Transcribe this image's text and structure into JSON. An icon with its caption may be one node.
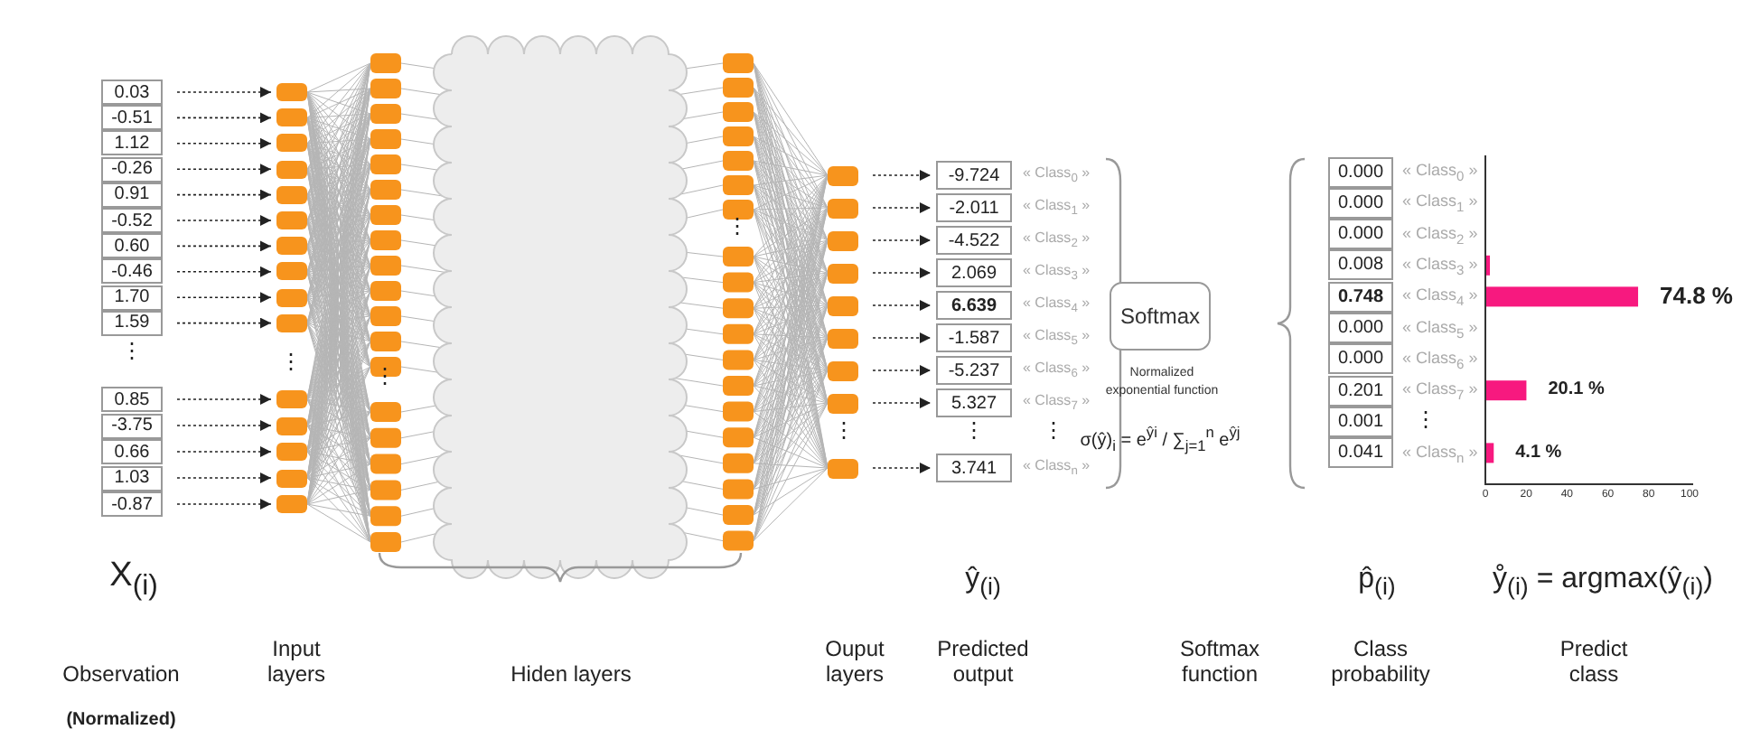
{
  "diagram": {
    "nodes": [
      {
        "text": [
          "0.03"
        ]
      },
      {
        "text": [
          "-0.51"
        ]
      },
      {
        "text": [
          "1.12"
        ]
      },
      {
        "text": [
          "-0.26"
        ]
      },
      {
        "text": [
          "0.91"
        ]
      },
      {
        "text": [
          "-0.52"
        ]
      },
      {
        "text": [
          "0.60"
        ]
      },
      {
        "text": [
          "-0.46"
        ]
      },
      {
        "text": [
          "1.70"
        ]
      },
      {
        "text": [
          "1.59"
        ]
      },
      {
        "text": [
          "0.85"
        ]
      },
      {
        "text": [
          "-3.75"
        ]
      },
      {
        "text": [
          "0.66"
        ]
      },
      {
        "text": [
          "1.03"
        ]
      },
      {
        "text": [
          "-0.87"
        ]
      },
      {
        "text": [],
        "shape": "box"
      },
      {
        "text": [],
        "shape": "box"
      },
      {
        "text": [],
        "shape": "box"
      },
      {
        "text": [],
        "shape": "box"
      },
      {
        "text": [],
        "shape": "box"
      },
      {
        "text": [],
        "shape": "box"
      },
      {
        "text": [],
        "shape": "box"
      },
      {
        "text": [],
        "shape": "box"
      },
      {
        "text": [],
        "shape": "box"
      },
      {
        "text": [],
        "shape": "box"
      },
      {
        "text": [],
        "shape": "box"
      },
      {
        "text": [],
        "shape": "box"
      },
      {
        "text": [],
        "shape": "box"
      },
      {
        "text": [],
        "shape": "box"
      },
      {
        "text": [],
        "shape": "box"
      },
      {
        "text": [],
        "shape": "box"
      },
      {
        "text": [],
        "shape": "box"
      },
      {
        "text": [],
        "shape": "box"
      },
      {
        "text": [],
        "shape": "box"
      },
      {
        "text": [],
        "shape": "box"
      },
      {
        "text": [],
        "shape": "box"
      },
      {
        "text": [],
        "shape": "box"
      },
      {
        "text": [],
        "shape": "box"
      },
      {
        "text": [],
        "shape": "box"
      },
      {
        "text": [
          "-9.724"
        ],
        "beside": [
          "« Class$_{0}$ »"
        ]
      },
      {
        "text": [
          "-2.011"
        ],
        "beside": [
          "« Class$_{1}$ »"
        ]
      },
      {
        "text": [
          "-4.522"
        ],
        "beside": [
          "« Class$_{2}$ »"
        ]
      },
      {
        "text": [
          "2.069"
        ],
        "beside": [
          "« Class$_{3}$ »"
        ]
      },
      {
        "text": [
          "6.639"
        ],
        "beside": [
          "« Class$_{4}$ »"
        ]
      },
      {
        "text": [
          "-1.587"
        ],
        "beside": [
          "« Class$_{5}$ »"
        ]
      },
      {
        "text": [
          "-5.237"
        ],
        "beside": [
          "« Class$_{6}$ »"
        ]
      },
      {
        "text": [
          "5.327"
        ],
        "beside": [
          "« Class$_{7}$ »"
        ]
      },
      {
        "text": [
          "3.741"
        ],
        "beside": [
          "« Class$_{n}$ »"
        ]
      },
      {
        "text": [
          "Softmax"
        ],
        "beside": [
          "Normalized exponential function",
          "σ(ŷ)$_{i}$ = e$^{ŷi}$ / ∑$_{j=1}$$^{n}$ e$^{ŷj}$"
        ]
      },
      {
        "text": [
          "0.000"
        ]
      },
      {
        "text": [
          "0.000"
        ]
      },
      {
        "text": [
          "0.000"
        ]
      },
      {
        "text": [
          "0.008"
        ]
      },
      {
        "text": [
          "0.748"
        ]
      },
      {
        "text": [
          "0.000"
        ]
      },
      {
        "text": [
          "0.000"
        ]
      },
      {
        "text": [
          "0.201"
        ]
      },
      {
        "text": [
          "0.001"
        ]
      },
      {
        "text": [
          "0.041"
        ]
      }
    ],
    "edges": [
      {
        "from": 0,
        "to": 15,
        "arrow": "to",
        "style": "dashed"
      },
      {
        "from": 1,
        "to": 16,
        "arrow": "to",
        "style": "dashed"
      },
      {
        "from": 2,
        "to": 17,
        "arrow": "to",
        "style": "dashed"
      },
      {
        "from": 3,
        "to": 18,
        "arrow": "to",
        "style": "dashed"
      },
      {
        "from": 4,
        "to": 19,
        "arrow": "to",
        "style": "dashed"
      },
      {
        "from": 5,
        "to": 20,
        "arrow": "to",
        "style": "dashed"
      },
      {
        "from": 6,
        "to": 21,
        "arrow": "to",
        "style": "dashed"
      },
      {
        "from": 7,
        "to": 22,
        "arrow": "to",
        "style": "dashed"
      },
      {
        "from": 8,
        "to": 23,
        "arrow": "to",
        "style": "dashed"
      },
      {
        "from": 9,
        "to": 24,
        "arrow": "to",
        "style": "dashed"
      },
      {
        "from": 10,
        "to": 25,
        "arrow": "to",
        "style": "dashed"
      },
      {
        "from": 11,
        "to": 26,
        "arrow": "to",
        "style": "dashed"
      },
      {
        "from": 12,
        "to": 27,
        "arrow": "to",
        "style": "dashed"
      },
      {
        "from": 13,
        "to": 28,
        "arrow": "to",
        "style": "dashed"
      },
      {
        "from": 14,
        "to": 29,
        "arrow": "to",
        "style": "dashed"
      },
      {
        "from": 30,
        "to": 39,
        "arrow": "to",
        "style": "dashed"
      },
      {
        "from": 31,
        "to": 40,
        "arrow": "to",
        "style": "dashed"
      },
      {
        "from": 32,
        "to": 41,
        "arrow": "to",
        "style": "dashed"
      },
      {
        "from": 33,
        "to": 42,
        "arrow": "to",
        "style": "dashed"
      },
      {
        "from": 34,
        "to": 43,
        "arrow": "to",
        "style": "dashed"
      },
      {
        "from": 35,
        "to": 44,
        "arrow": "to",
        "style": "dashed"
      },
      {
        "from": 36,
        "to": 45,
        "arrow": "to",
        "style": "dashed"
      },
      {
        "from": 37,
        "to": 46,
        "arrow": "to",
        "style": "dashed"
      },
      {
        "from": 38,
        "to": 47,
        "arrow": "to",
        "style": "dashed"
      }
    ],
    "labels": [
      "⋮",
      "⋮",
      "⋮",
      "⋮",
      "⋮",
      "⋮",
      "⋮",
      "X$_{(i)}$",
      "ŷ$_{(i)}$",
      "p̂$_{(i)}$",
      "ẙ$_{(i)}$ = argmax(ŷ$_{(i)}$)",
      "Observation",
      "(Normalized)",
      "Input layers",
      "Hiden layers",
      "Ouput layers",
      "Predicted output",
      "Softmax function",
      "Class probability",
      "Predict class"
    ],
    "chart_data": {
      "type": "bar",
      "orientation": "horizontal",
      "categories": [
        "« Class$_{0}$ »",
        "« Class$_{1}$ »",
        "« Class$_{2}$ »",
        "« Class$_{3}$ »",
        "« Class$_{4}$ »",
        "« Class$_{5}$ »",
        "« Class$_{6}$ »",
        "« Class$_{7}$ »",
        "⋮",
        "« Class$_{n}$ »"
      ],
      "series": [
        {
          "color": "#f7197f",
          "values": [
            0.0,
            0.0,
            0.0,
            0.8,
            74.8,
            0.0,
            0.0,
            20.1,
            null,
            4.1
          ]
        }
      ],
      "xlim": [
        0,
        100
      ],
      "xticks": [
        0,
        20,
        40,
        60,
        80,
        100
      ],
      "value_labels": [
        null,
        null,
        null,
        null,
        "74.8 %",
        null,
        null,
        "20.1 %",
        null,
        "4.1 %"
      ]
    }
  }
}
